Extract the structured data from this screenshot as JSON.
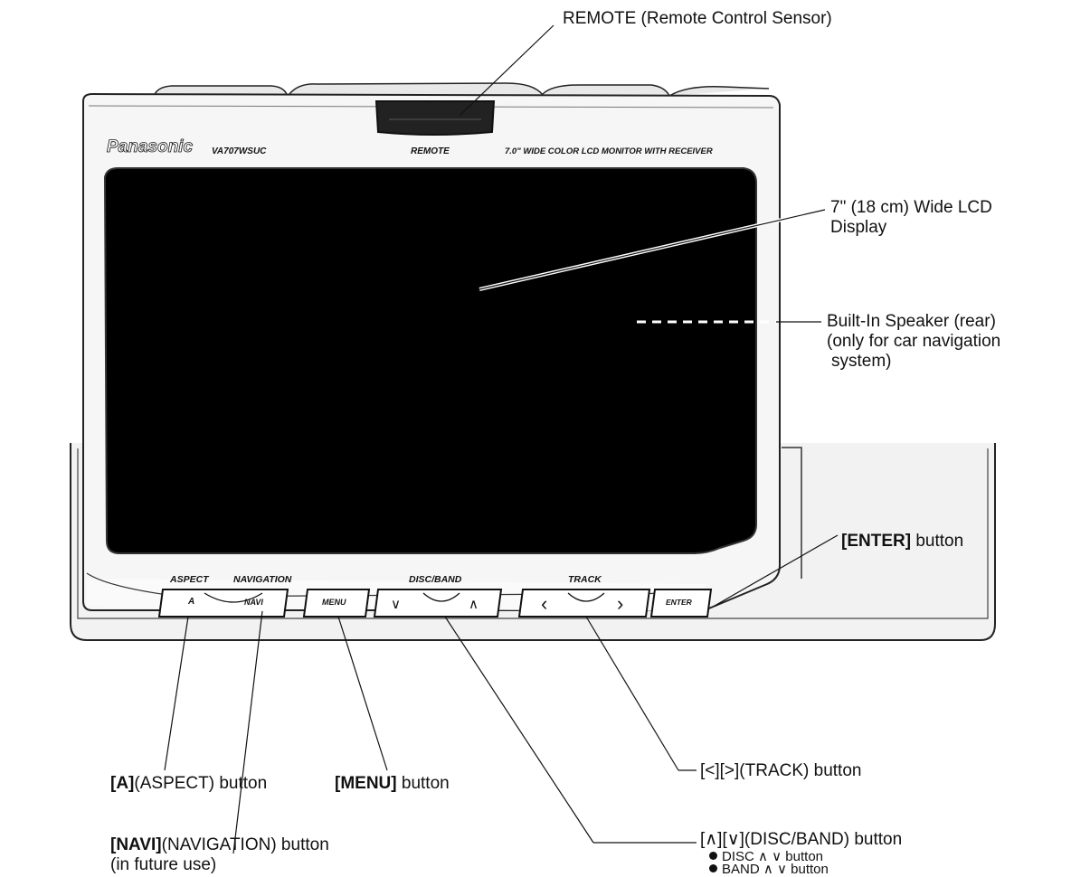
{
  "device": {
    "brand": "Panasonic",
    "model": "VA707WSUC",
    "sensor_label": "REMOTE",
    "product_desc": "7.0\" WIDE COLOR LCD MONITOR WITH RECEIVER",
    "panel_labels": {
      "aspect": "ASPECT",
      "navigation": "NAVIGATION",
      "discband": "DISC/BAND",
      "track": "TRACK"
    },
    "key_labels": {
      "aspect": "A",
      "navi": "NAVI",
      "menu": "MENU",
      "down": "∨",
      "up": "∧",
      "prev": "‹",
      "next": "›",
      "enter": "ENTER"
    }
  },
  "callouts": {
    "remote": "REMOTE (Remote Control Sensor)",
    "lcd_line1": "7\" (18 cm) Wide LCD",
    "lcd_line2": "Display",
    "speaker_line1": "Built-In Speaker (rear)",
    "speaker_line2": "(only for car navigation",
    "speaker_line3": "system)",
    "enter_key": "[ENTER]",
    "enter_rest": " button",
    "aspect_key": "[A]",
    "aspect_rest": "(ASPECT) button",
    "menu_key": "[MENU]",
    "menu_rest": " button",
    "track_text": "[<][>](TRACK) button",
    "navi_key": "[NAVI]",
    "navi_rest": "(NAVIGATION) button",
    "navi_line2": "(in future use)",
    "discband_text": "[∧][∨](DISC/BAND) button",
    "disc_bullet": "DISC ∧ ∨ button",
    "band_bullet": "BAND ∧ ∨ button"
  }
}
